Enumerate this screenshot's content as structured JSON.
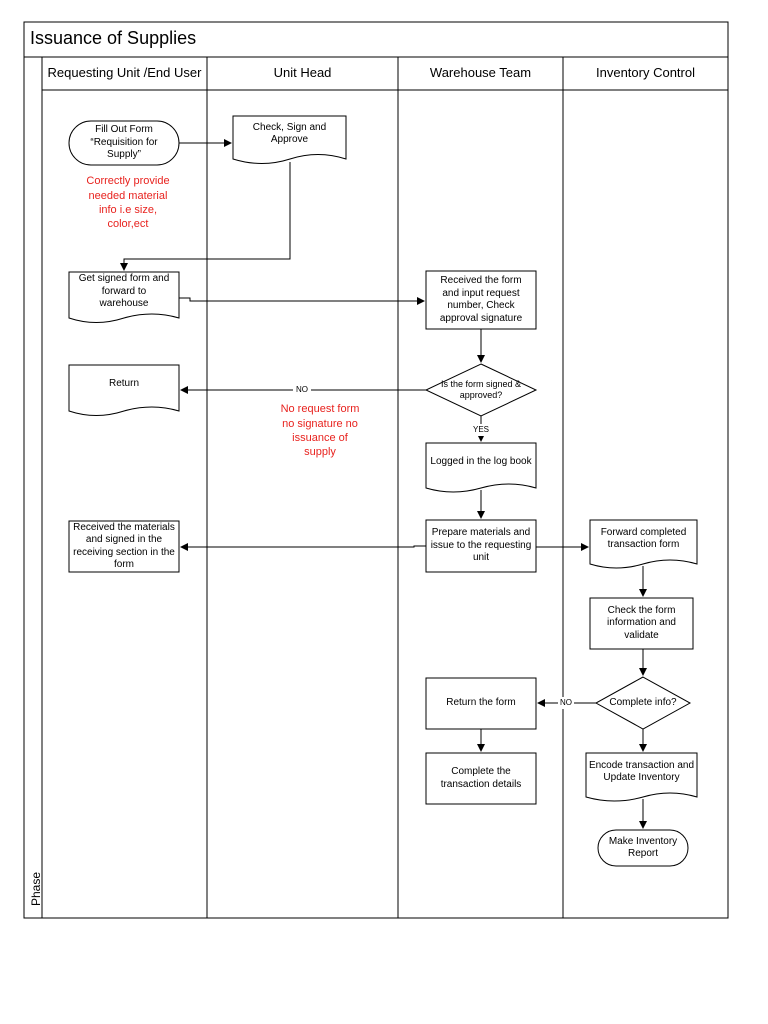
{
  "title": "Issuance of Supplies",
  "phase_label": "Phase",
  "lanes": [
    {
      "label": "Requesting Unit /End User"
    },
    {
      "label": "Unit Head"
    },
    {
      "label": "Warehouse Team"
    },
    {
      "label": "Inventory Control"
    }
  ],
  "nodes": {
    "fill_out_form": "Fill Out Form\n“Requisition for\nSupply”",
    "check_sign_approve": "Check, Sign and\nApprove",
    "get_signed_form": "Get signed form and\nforward to\nwarehouse",
    "received_form": "Received the form\nand input request\nnumber, Check\napproval signature",
    "return_doc": "Return",
    "is_form_signed": "Is the form signed &\napproved?",
    "logged_in_logbook": "Logged in the log book",
    "received_materials": "Received the materials\nand signed in the\nreceiving section in the\nform",
    "prepare_materials": "Prepare materials and\nissue to the requesting\nunit",
    "forward_completed": "Forward completed\ntransaction form",
    "check_form_info": "Check the form\ninformation and\nvalidate",
    "complete_info": "Complete info?",
    "return_the_form": "Return the form",
    "complete_transaction": "Complete the\ntransaction details",
    "encode_transaction": "Encode transaction and\nUpdate Inventory",
    "make_inventory_report": "Make Inventory\nReport"
  },
  "notes": {
    "correctly_provide": "Correctly provide\nneeded material\ninfo i.e size,\ncolor,ect",
    "no_request_form": "No request form\nno signature no\nissuance of\nsupply"
  },
  "edge_labels": {
    "no_signed": "NO",
    "yes_signed": "YES",
    "no_complete": "NO"
  },
  "colors": {
    "line": "#000000",
    "annotation": "#e8231f"
  }
}
